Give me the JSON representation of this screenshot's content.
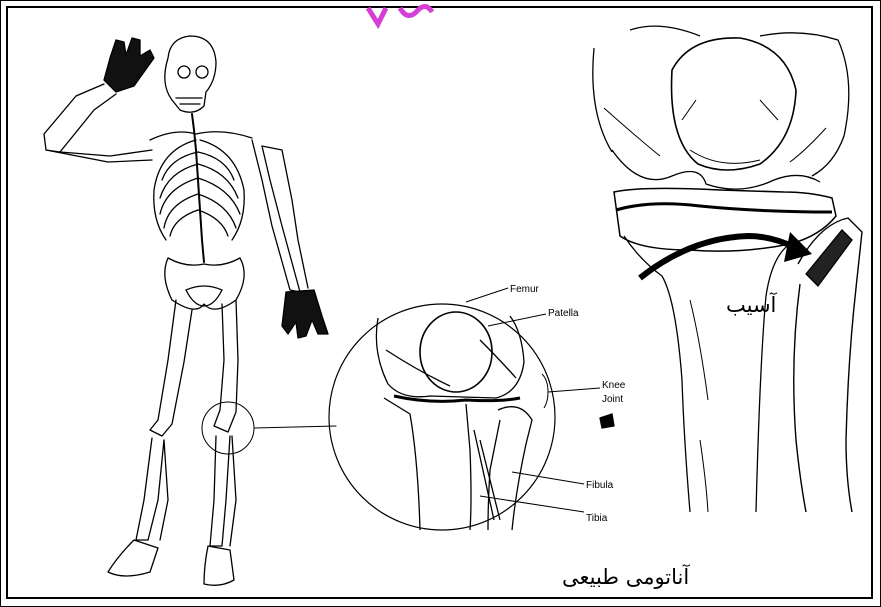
{
  "labels": {
    "femur": "Femur",
    "patella": "Patella",
    "knee_joint_line1": "Knee",
    "knee_joint_line2": "Joint",
    "fibula": "Fibula",
    "tibia": "Tibia"
  },
  "captions": {
    "normal_anatomy": "آناتومی طبیعی",
    "injury": "آسیب"
  },
  "colors": {
    "ink": "#000000",
    "paper": "#ffffff",
    "watermark": "#d63fd6"
  }
}
